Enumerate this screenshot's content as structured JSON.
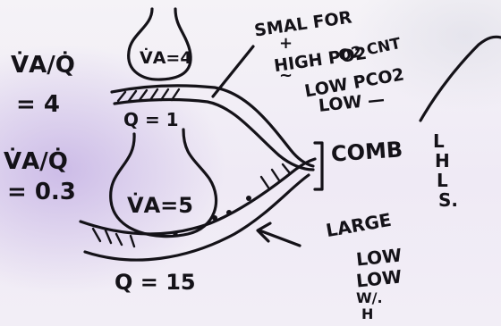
{
  "labels": {
    "va_q_upper": "V̇A/Q̇",
    "va_q_upper_value": "= 4",
    "va_q_lower": "V̇A/Q̇",
    "va_q_lower_value": "= 0.3",
    "alveolus_top": "V̇A=4",
    "q_top": "Q = 1",
    "alveolus_bottom": "V̇A=5",
    "q_bottom": "Q = 15",
    "small_for": "SMAL FOR",
    "plus": "+",
    "high_po2": "HIGH PO2",
    "approx": "~",
    "o2_cnt": "O2 CNT",
    "low_pco2": "LOW PCO2",
    "low_dash": "LOW —",
    "comb": "COMB",
    "comb_letters": [
      "L",
      "H",
      "L",
      "S."
    ],
    "large": "LARGE",
    "low_1": "LOW",
    "low_2": "LOW",
    "wi": "W/.",
    "h": "H"
  },
  "colors": {
    "ink": "#141218",
    "board_tint": "#b096dc"
  }
}
